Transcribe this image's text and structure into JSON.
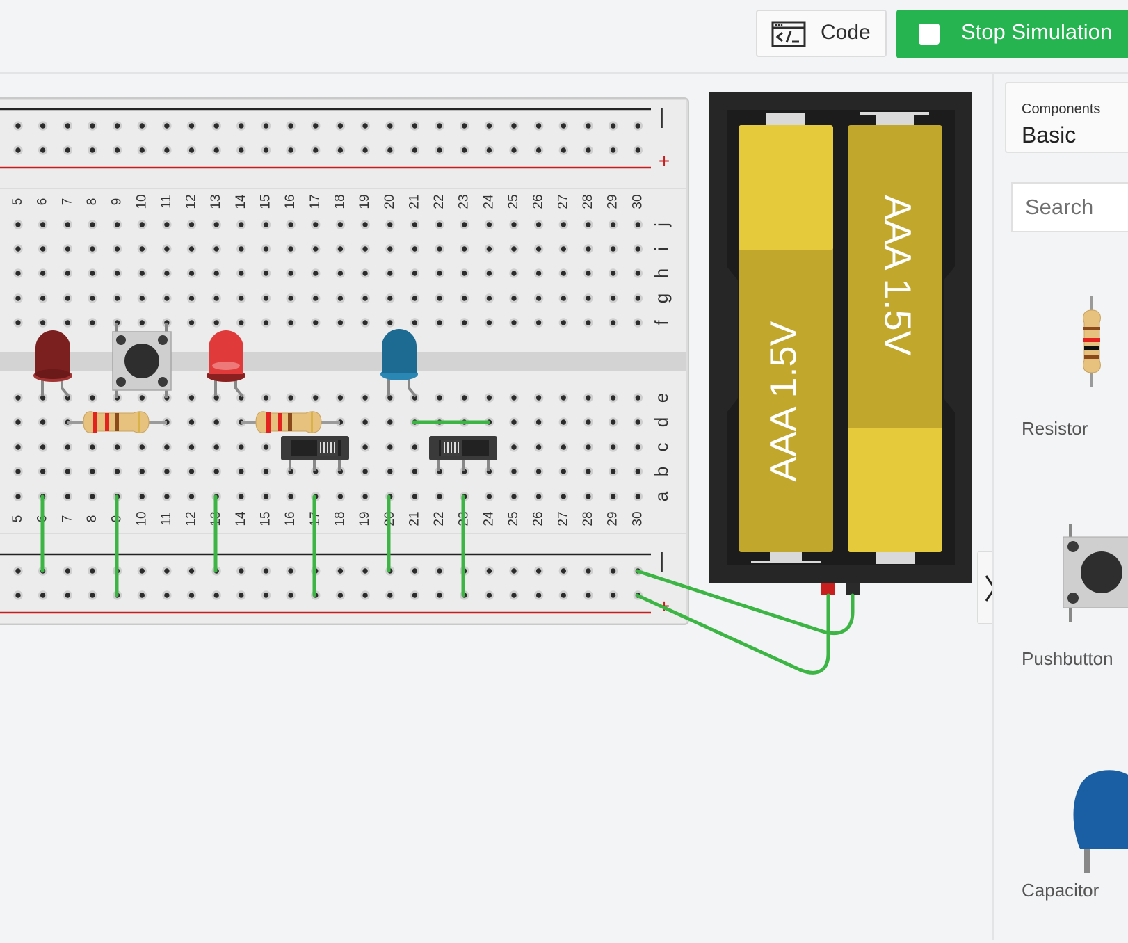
{
  "toolbar": {
    "code_label": "Code",
    "stop_label": "Stop Simulation"
  },
  "colors": {
    "accent_green": "#25b44f",
    "wire_green": "#3cb544",
    "rail_red": "#c41e1e",
    "led_dark_red": "#7c1f1f",
    "led_red": "#e03a3a",
    "led_blue": "#1d6b92",
    "battery_yellow": "#e5cb3c",
    "battery_olive": "#c1a72b"
  },
  "breadboard": {
    "rail_minus": "—",
    "rail_plus": "+",
    "column_numbers": [
      "5",
      "6",
      "7",
      "8",
      "9",
      "10",
      "11",
      "12",
      "13",
      "14",
      "15",
      "16",
      "17",
      "18",
      "19",
      "20",
      "21",
      "22",
      "23",
      "24",
      "25",
      "26",
      "27",
      "28",
      "29",
      "30"
    ],
    "top_row_letters": [
      "j",
      "i",
      "h",
      "g",
      "f"
    ],
    "bottom_row_letters": [
      "e",
      "d",
      "c",
      "b",
      "a"
    ]
  },
  "battery": {
    "cell_label": "AAA 1.5V"
  },
  "panel": {
    "components_label": "Components",
    "category": "Basic",
    "search_placeholder": "Search",
    "items": [
      {
        "name": "Resistor",
        "icon": "resistor-icon"
      },
      {
        "name": "Pushbutton",
        "icon": "pushbutton-icon"
      },
      {
        "name": "Capacitor",
        "icon": "capacitor-icon"
      }
    ]
  }
}
